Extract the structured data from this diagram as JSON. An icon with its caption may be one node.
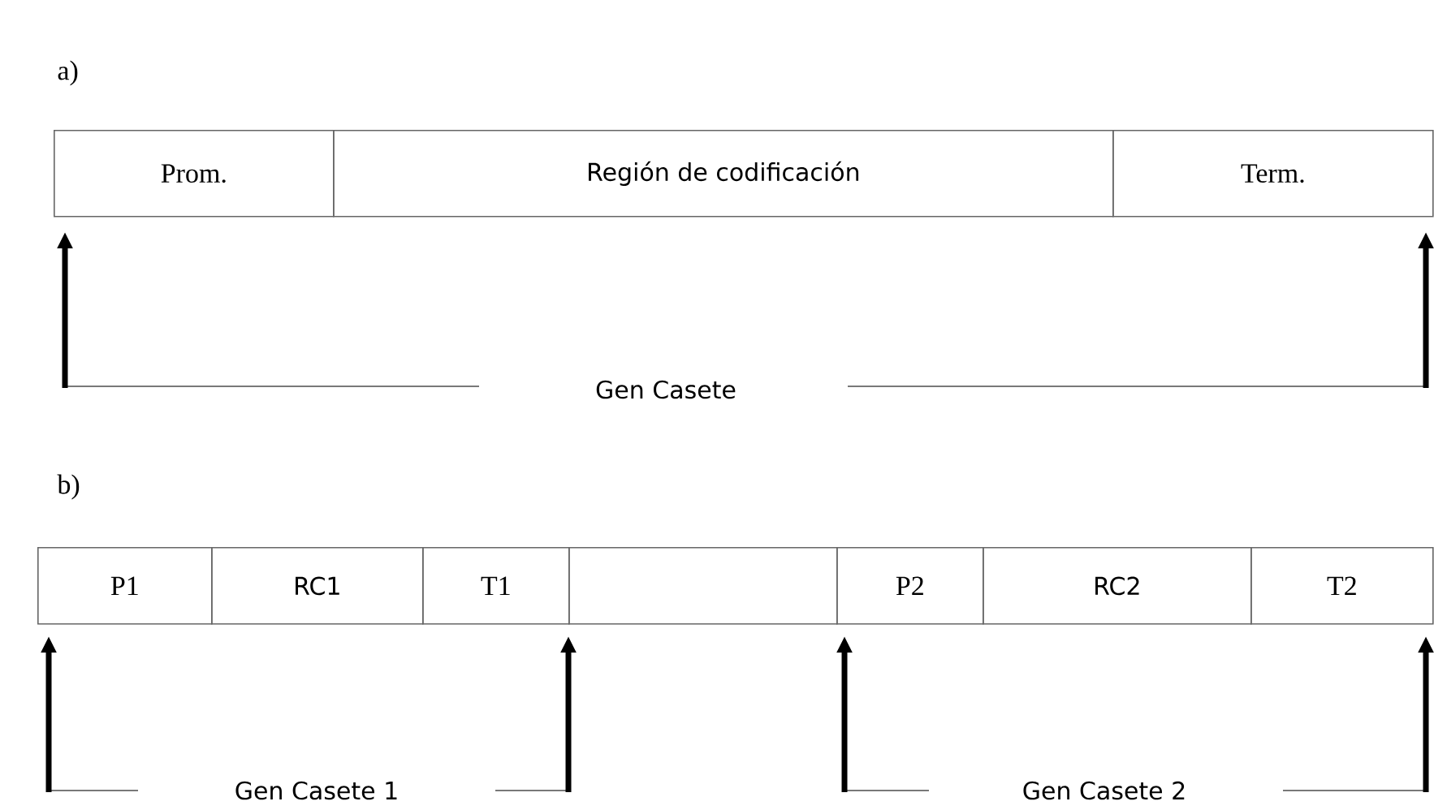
{
  "diagram": {
    "nodes": [
      {
        "text": [
          "Prom."
        ]
      },
      {
        "text": [
          "Región de codificación"
        ]
      },
      {
        "text": [
          "Term."
        ]
      },
      {
        "text": [
          "P1"
        ]
      },
      {
        "text": [
          "RC1"
        ]
      },
      {
        "text": [
          "T1"
        ]
      },
      {
        "text": [],
        "shape": "box"
      },
      {
        "text": [
          "P2"
        ]
      },
      {
        "text": [
          "RC2"
        ]
      },
      {
        "text": [
          "T2"
        ]
      }
    ],
    "labels": [
      "a)",
      "Gen Casete",
      "b)",
      "Gen Casete 1",
      "Gen Casete 2"
    ]
  }
}
